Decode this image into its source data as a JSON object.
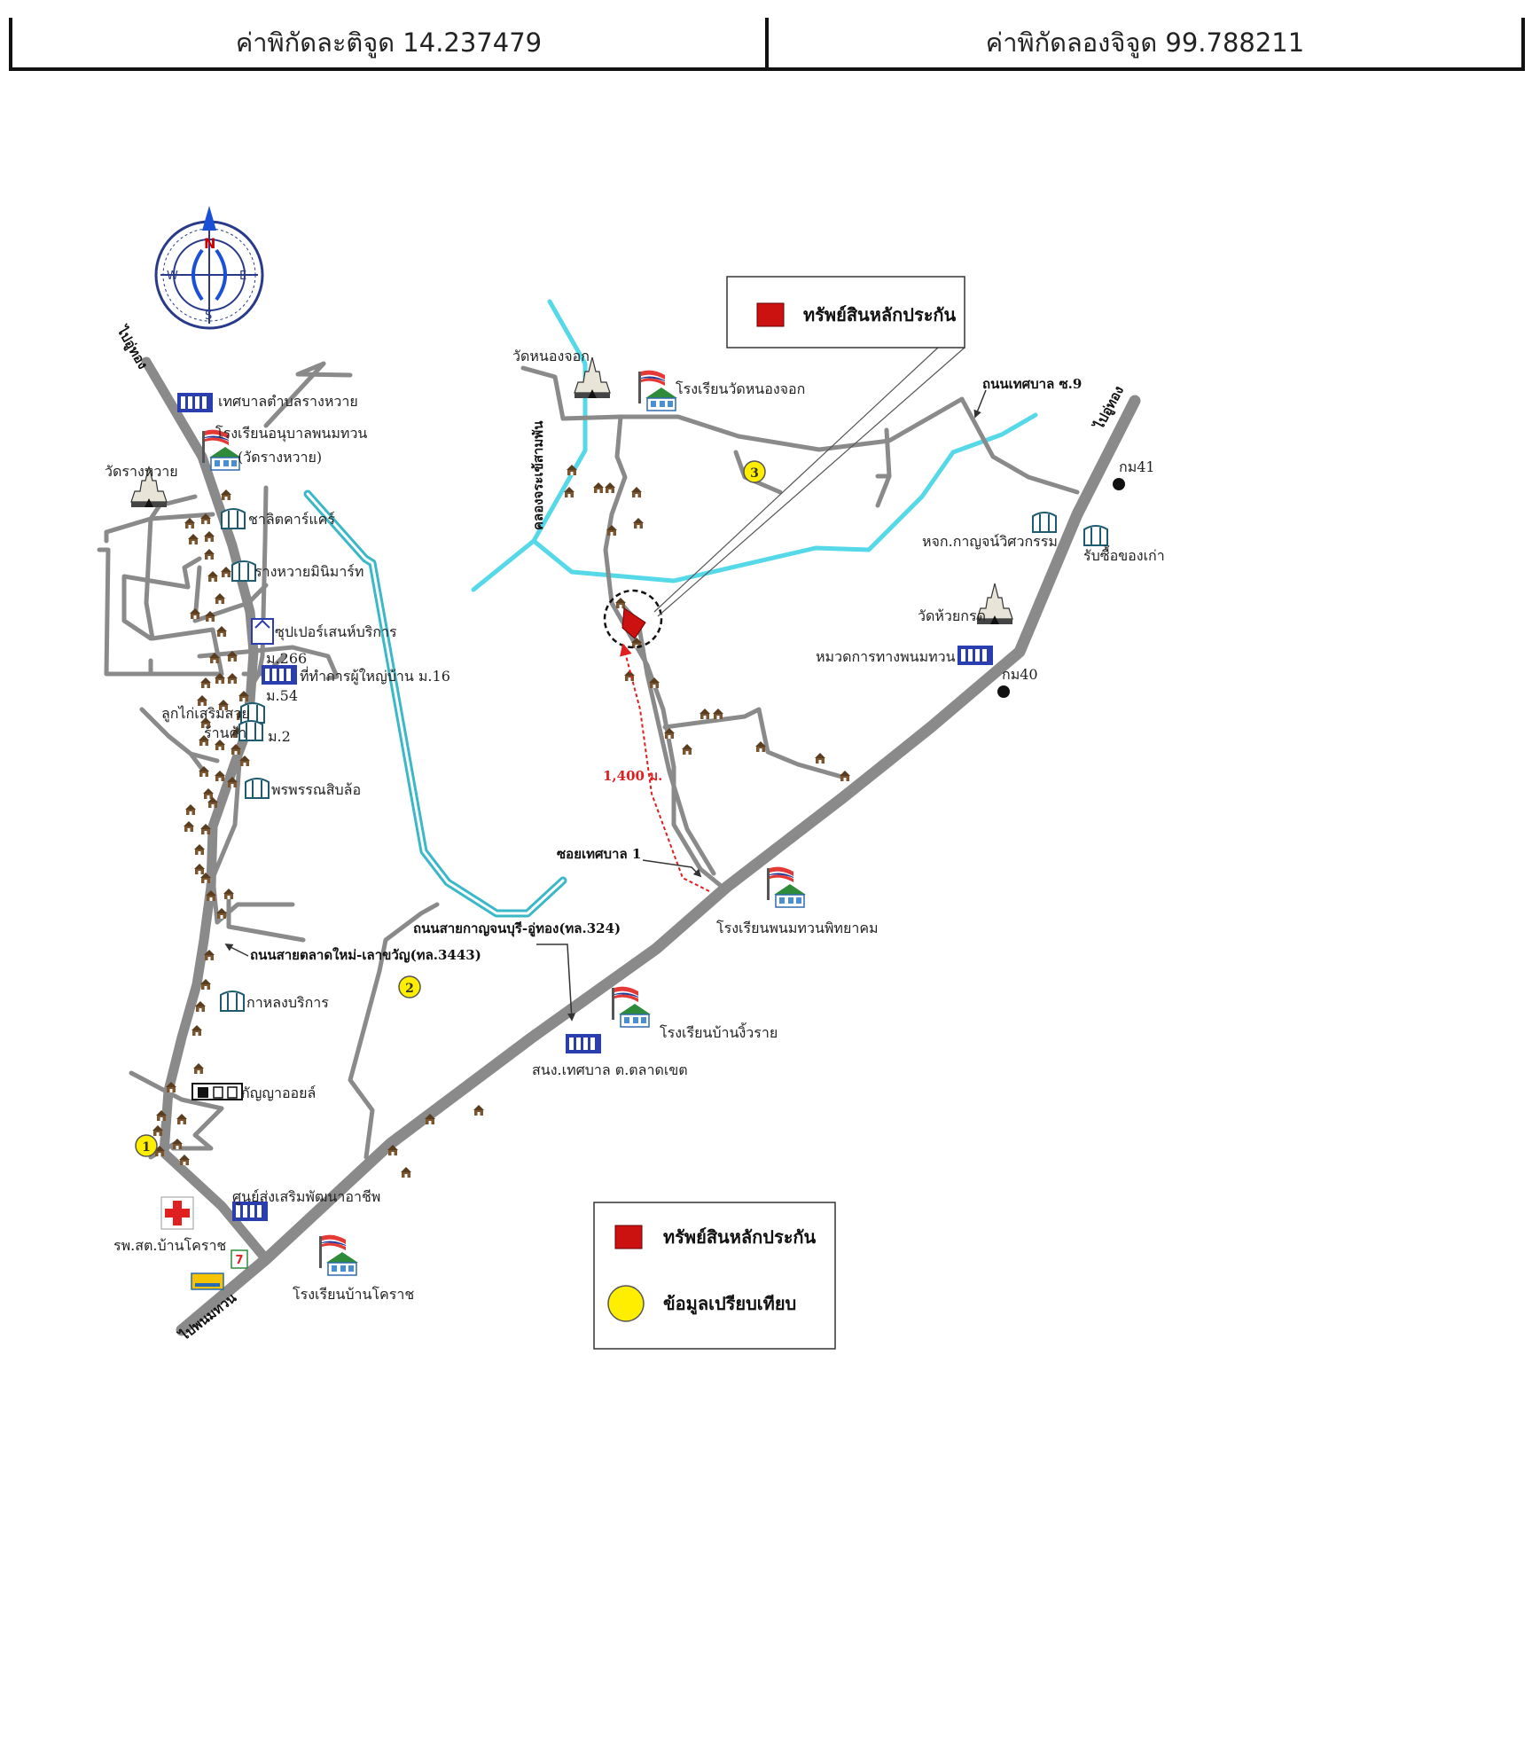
{
  "header": {
    "latitude_label": "ค่าพิกัดละติจูด 14.237479",
    "longitude_label": "ค่าพิกัดลองจิจูด 99.788211"
  },
  "compass": {
    "n": "N",
    "s": "S",
    "e": "E",
    "w": "W"
  },
  "legend_top": {
    "collateral": "ทรัพย์สินหลักประกัน"
  },
  "legend_bottom": {
    "collateral": "ทรัพย์สินหลักประกัน",
    "comparison": "ข้อมูลเปรียบเทียบ"
  },
  "colors": {
    "road": "#8a8a8a",
    "canal": "#55d8e8",
    "collateral": "#cc1111",
    "comparison": "#ffee00",
    "distance": "#e02020"
  },
  "roads": {
    "upper_left": "ไปอู่ทอง",
    "upper_right": "ไปอู่ทอง",
    "lower_left": "ไปพนมทวน",
    "municipal_9": "ถนนเทศบาล ซ.9",
    "soi_1": "ซอยเทศบาล 1",
    "road_324": "ถนนสายกาญจนบุรี-อู่ทอง(ทล.324)",
    "road_3443": "ถนนสายตลาดใหม่-เลาขวัญ(ทล.3443)",
    "canal": "คลองจระเข้สามพัน"
  },
  "distance": "1,400 ม.",
  "comparisons": [
    "1",
    "2",
    "3"
  ],
  "places": {
    "wat_nong_chok": "วัดหนองจอก",
    "school_nong_chok": "โรงเรียนวัดหนองจอก",
    "municipality": "เทศบาลตำบลรางหวาย",
    "kindergarten_1": "โรงเรียนอนุบาลพนมทวน",
    "kindergarten_2": "(วัดรางหวาย)",
    "wat_rang_wai": "วัดรางหวาย",
    "chalit_care": "ชาลิตคาร์แคร์",
    "rang_wai_mart": "รางหวายมินิมาร์ท",
    "supermarket": "ซุปเปอร์เสนห์บริการ",
    "m266": "ม.266",
    "village_office": "ที่ทำการผู้ใหญ่บ้าน ม.16",
    "m54": "ม.54",
    "luk_chin": "ลูกไก่เสริมสวย",
    "shop": "ร้านค้า",
    "m2": "ม.2",
    "pornpan": "พรพรรณสิบล้อ",
    "kaoloeng": "กาหลงบริการ",
    "kanya_oil": "กัญญาออยล์",
    "career_center": "ศูนย์ส่งเสริมพัฒนาอาชีพ",
    "hospital": "รพ.สต.บ้านโคราช",
    "school_ban_khorat": "โรงเรียนบ้านโคราช",
    "municipal_office": "สนง.เทศบาล ต.ตลาดเขต",
    "school_ban_ngiu": "โรงเรียนบ้านงิ้วราย",
    "school_phanom_thuan": "โรงเรียนพนมทวนพิทยาคม",
    "military_unit": "หมวดการทางพนมทวน",
    "wat_huai_krot": "วัดห้วยกรด",
    "kanjana_shop": "หจก.กาญจน์วิศวกรรม",
    "second_hand": "รับซื้อของเก่า",
    "km41": "กม41",
    "km40": "กม40"
  }
}
